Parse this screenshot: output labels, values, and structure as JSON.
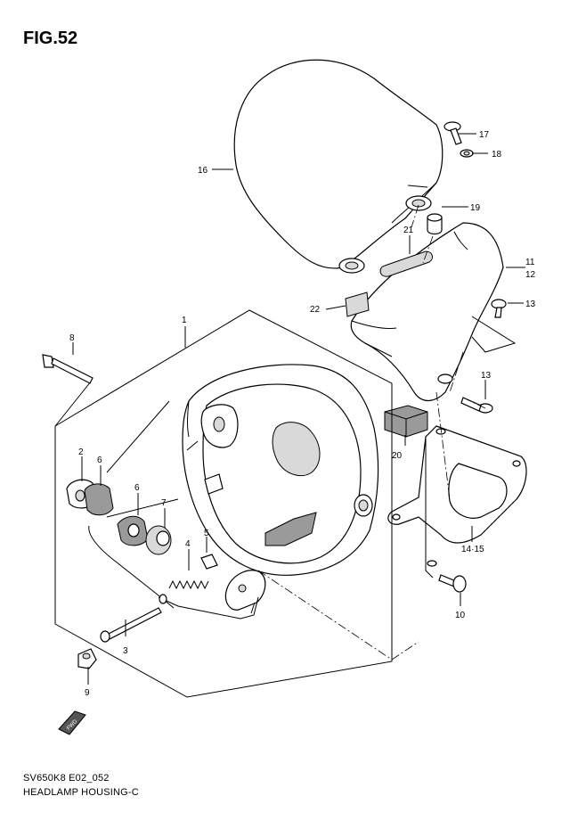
{
  "figure": {
    "title": "FIG.52"
  },
  "caption": {
    "model_code": "SV650K8 E02_052",
    "name": "HEADLAMP HOUSING-C"
  },
  "fwd_mark": "FWD",
  "callouts": [
    {
      "id": "c1",
      "label": "1"
    },
    {
      "id": "c2",
      "label": "2"
    },
    {
      "id": "c3",
      "label": "3"
    },
    {
      "id": "c4",
      "label": "4"
    },
    {
      "id": "c5",
      "label": "5"
    },
    {
      "id": "c6a",
      "label": "6"
    },
    {
      "id": "c6b",
      "label": "6"
    },
    {
      "id": "c7",
      "label": "7"
    },
    {
      "id": "c8",
      "label": "8"
    },
    {
      "id": "c9",
      "label": "9"
    },
    {
      "id": "c10",
      "label": "10"
    },
    {
      "id": "c11",
      "label": "11"
    },
    {
      "id": "c12",
      "label": "12"
    },
    {
      "id": "c13a",
      "label": "13"
    },
    {
      "id": "c13b",
      "label": "13"
    },
    {
      "id": "c1415",
      "label": "14·15"
    },
    {
      "id": "c16",
      "label": "16"
    },
    {
      "id": "c17",
      "label": "17"
    },
    {
      "id": "c18",
      "label": "18"
    },
    {
      "id": "c19",
      "label": "19"
    },
    {
      "id": "c20",
      "label": "20"
    },
    {
      "id": "c21",
      "label": "21"
    },
    {
      "id": "c22",
      "label": "22"
    }
  ]
}
